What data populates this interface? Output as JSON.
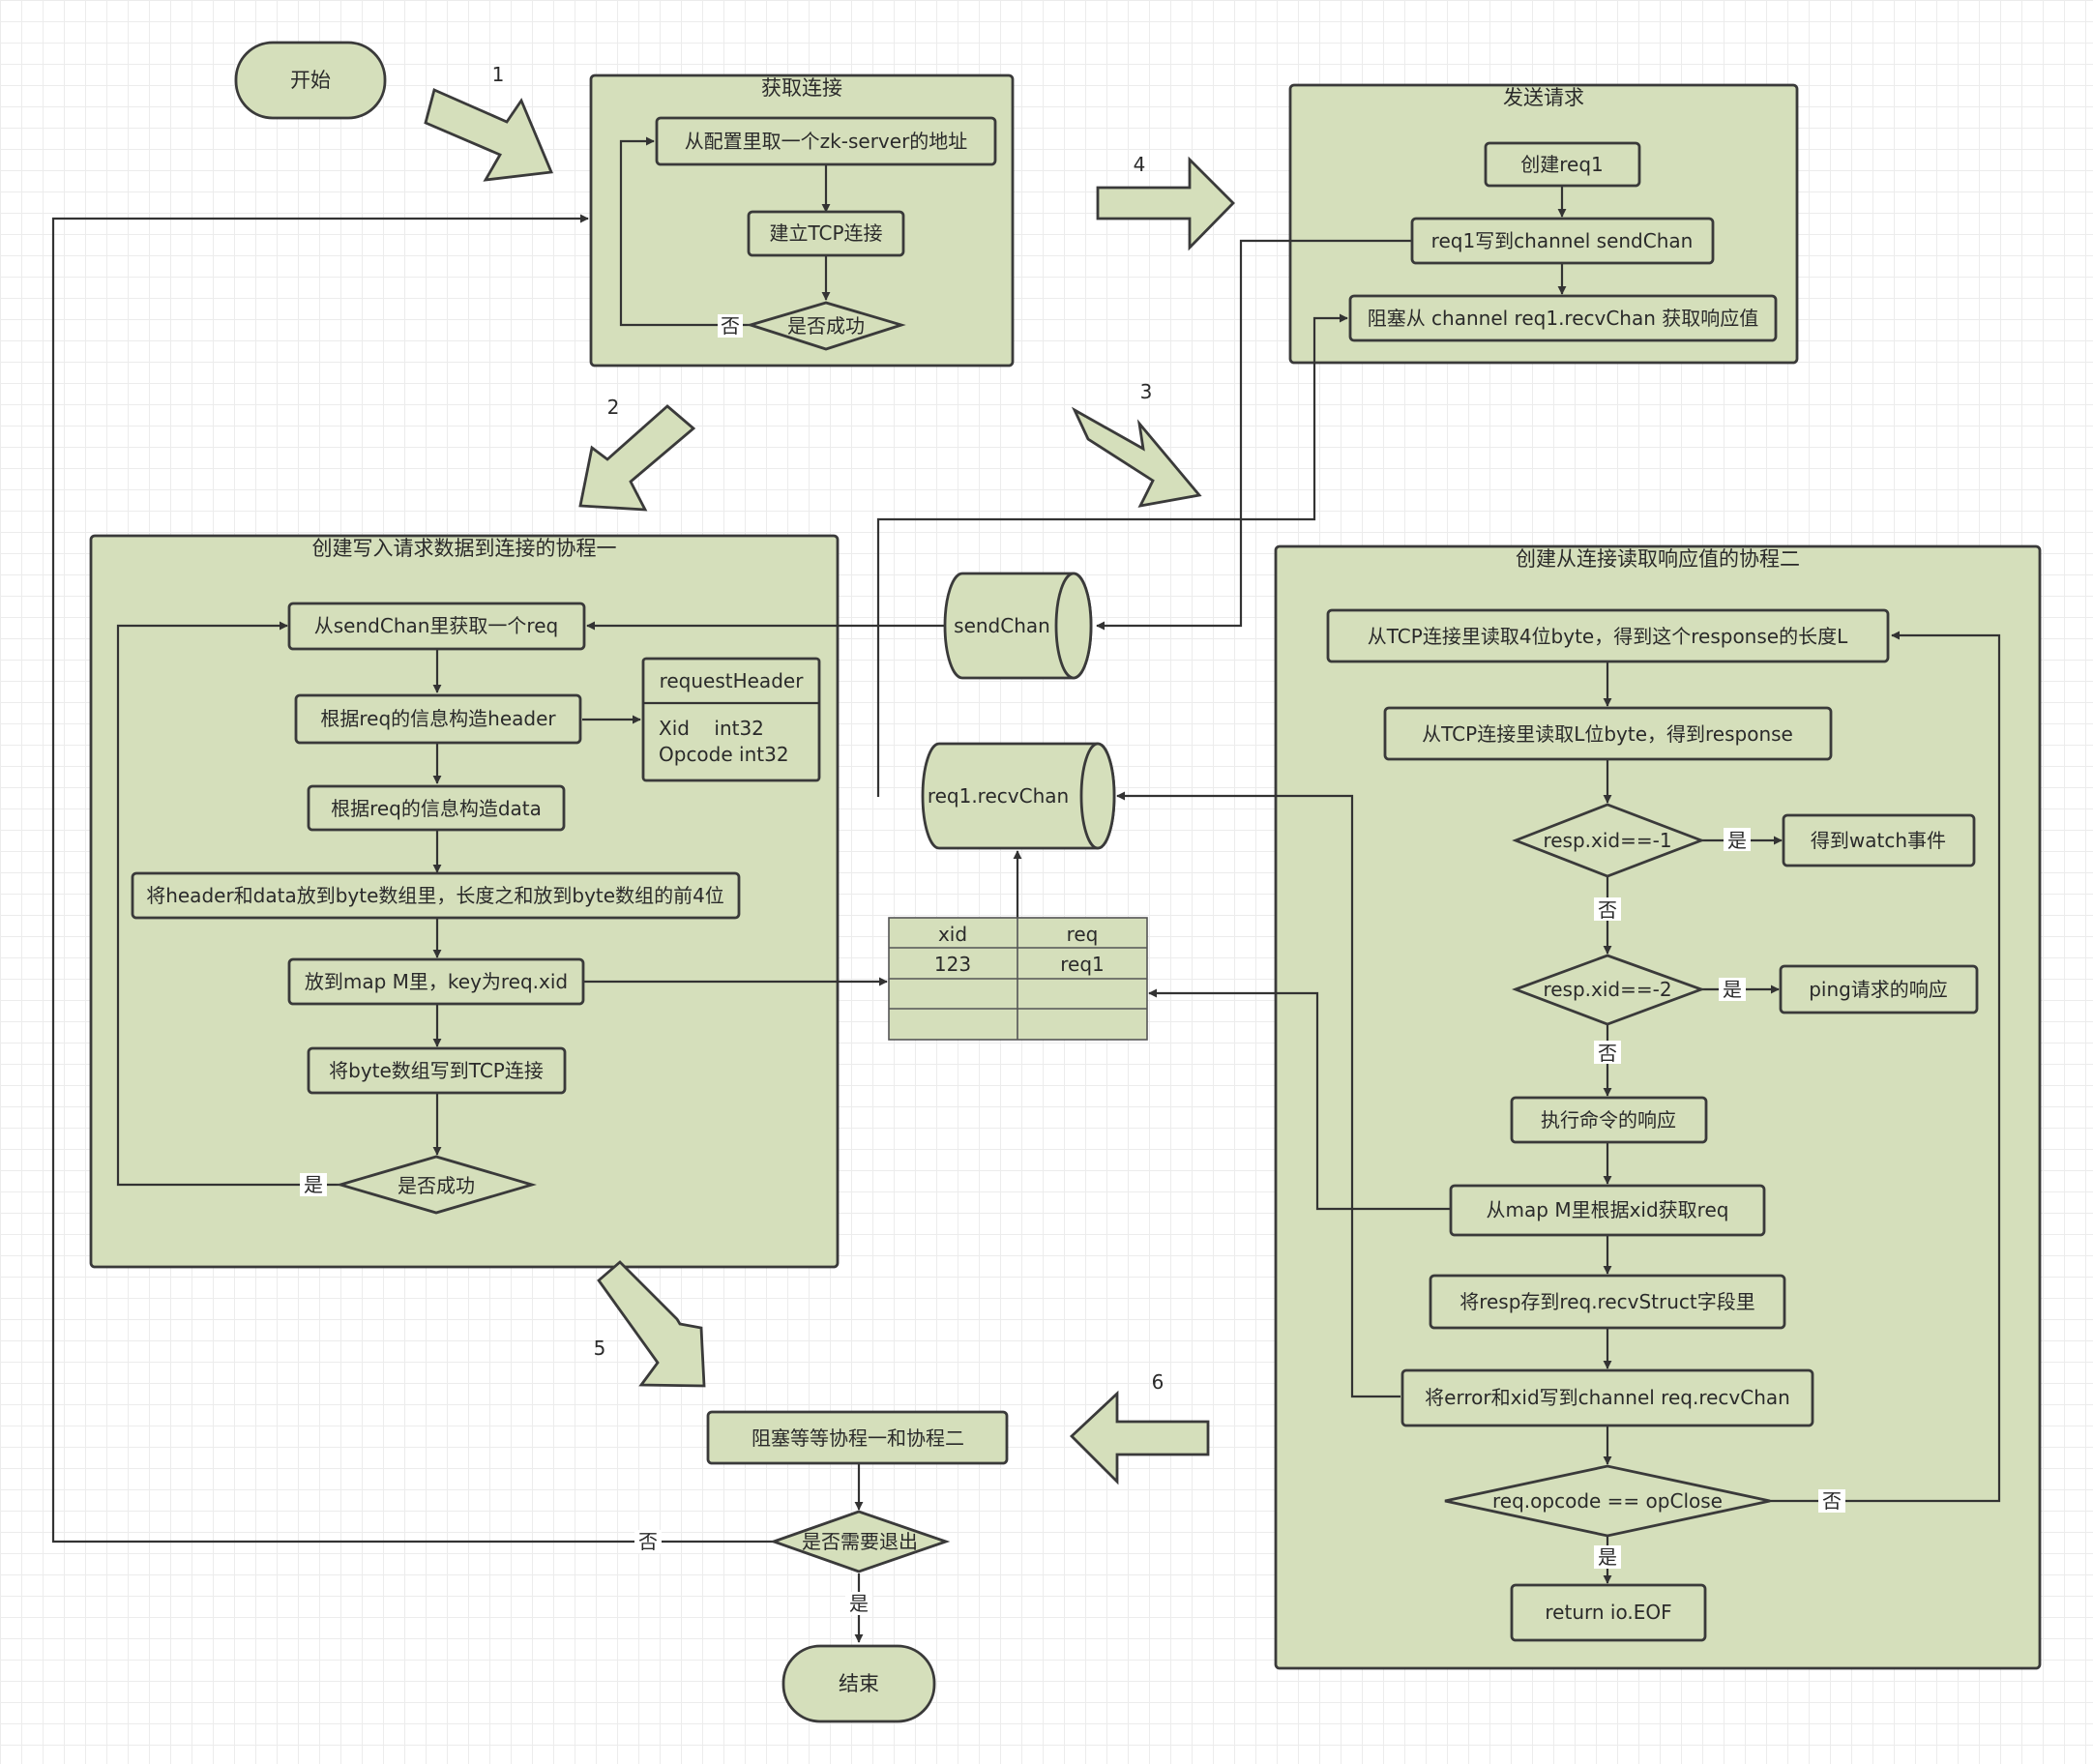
{
  "start": "开始",
  "end": "结束",
  "steps": [
    "1",
    "2",
    "3",
    "4",
    "5",
    "6"
  ],
  "labels": {
    "yes": "是",
    "no": "否"
  },
  "connect": {
    "title": "获取连接",
    "get_addr": "从配置里取一个zk-server的地址",
    "tcp": "建立TCP连接",
    "success": "是否成功"
  },
  "send": {
    "title": "发送请求",
    "create": "创建req1",
    "write": "req1写到channel sendChan",
    "block": "阻塞从 channel req1.recvChan  获取响应值"
  },
  "writer": {
    "title": "创建写入请求数据到连接的协程一",
    "get_req": "从sendChan里获取一个req",
    "header": "根据req的信息构造header",
    "data": "根据req的信息构造data",
    "bytes": "将header和data放到byte数组里，长度之和放到byte数组的前4位",
    "map": "放到map M里，key为req.xid",
    "write": "将byte数组写到TCP连接",
    "success": "是否成功"
  },
  "header_struct": {
    "title": "requestHeader",
    "fields": [
      "Xid    int32",
      "Opcode int32"
    ]
  },
  "channels": {
    "send": "sendChan",
    "recv": "req1.recvChan"
  },
  "map_table": {
    "headers": [
      "xid",
      "req"
    ],
    "rows": [
      [
        "123",
        "req1"
      ],
      [
        "",
        ""
      ],
      [
        "",
        ""
      ]
    ]
  },
  "reader": {
    "title": "创建从连接读取响应值的协程二",
    "read_len": "从TCP连接里读取4位byte，得到这个response的长度L",
    "read_body": "从TCP连接里读取L位byte，得到response",
    "xid1": "resp.xid==-1",
    "watch": "得到watch事件",
    "xid2": "resp.xid==-2",
    "ping": "ping请求的响应",
    "cmd": "执行命令的响应",
    "lookup": "从map M里根据xid获取req",
    "store": "将resp存到req.recvStruct字段里",
    "write_chan": "将error和xid写到channel req.recvChan",
    "opclose": "req.opcode == opClose",
    "eof": "return io.EOF"
  },
  "wait": {
    "block": "阻塞等等协程一和协程二",
    "exit": "是否需要退出"
  }
}
